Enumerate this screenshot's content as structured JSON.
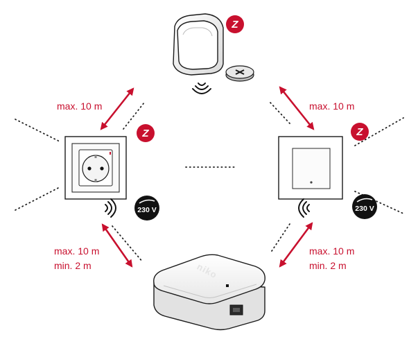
{
  "labels": {
    "top_left": "max. 10 m",
    "top_right": "max. 10 m",
    "bottom_left_max": "max. 10 m",
    "bottom_left_min": "min. 2 m",
    "bottom_right_max": "max. 10 m",
    "bottom_right_min": "min. 2 m"
  },
  "badges": {
    "voltage_left": "230 V",
    "voltage_right": "230 V",
    "zigbee_letter": "Z"
  },
  "gateway": {
    "brand": "niko"
  },
  "colors": {
    "accent_red": "#c8102e",
    "badge_black": "#111111"
  },
  "icons": {
    "zigbee": "zigbee-logo-icon",
    "voltage": "power-230v-icon",
    "signal": "wireless-signal-icon",
    "battery": "coin-battery-icon"
  }
}
